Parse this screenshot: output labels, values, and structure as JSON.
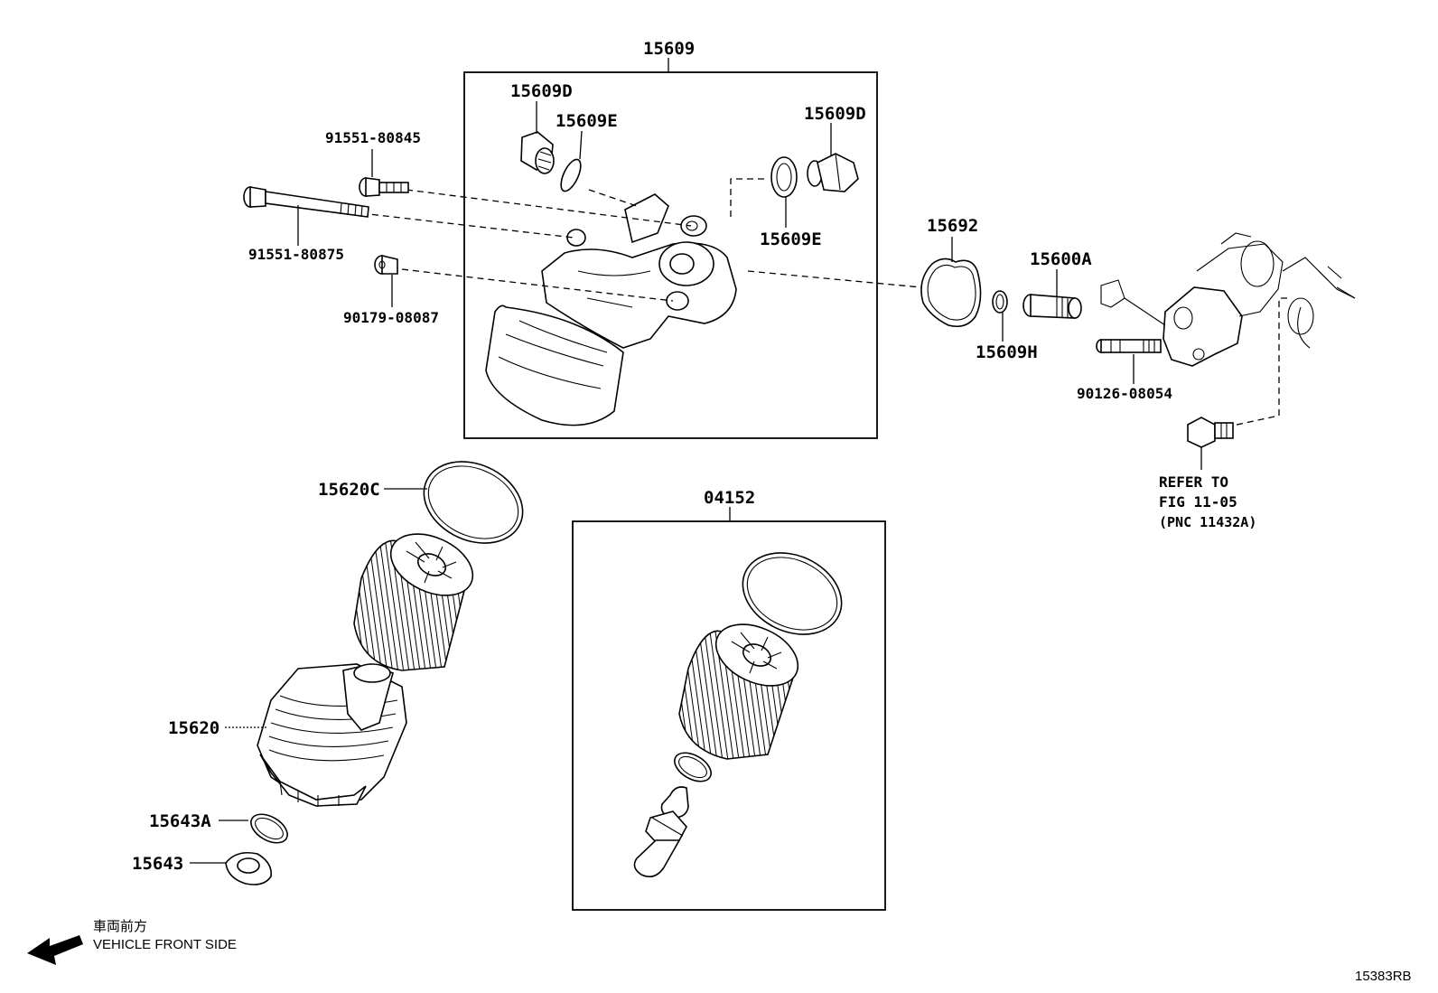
{
  "callouts": {
    "c15609": "15609",
    "c15609D_left": "15609D",
    "c15609E_top": "15609E",
    "c15609D_right": "15609D",
    "c15609E_bottom": "15609E",
    "c91551_80845": "91551-80845",
    "c91551_80875": "91551-80875",
    "c90179_08087": "90179-08087",
    "c15692": "15692",
    "c15600A": "15600A",
    "c15609H": "15609H",
    "c90126_08054": "90126-08054",
    "c15620C": "15620C",
    "c04152": "04152",
    "c15620": "15620",
    "c15643A": "15643A",
    "c15643": "15643"
  },
  "reference_note": {
    "line1": "REFER TO",
    "line2": "FIG 11-05",
    "line3": "(PNC 11432A)"
  },
  "direction": {
    "jp_text": "車両前方",
    "en_text": "VEHICLE FRONT SIDE",
    "icon": "arrow-left-icon"
  },
  "figure_code": "15383RB"
}
